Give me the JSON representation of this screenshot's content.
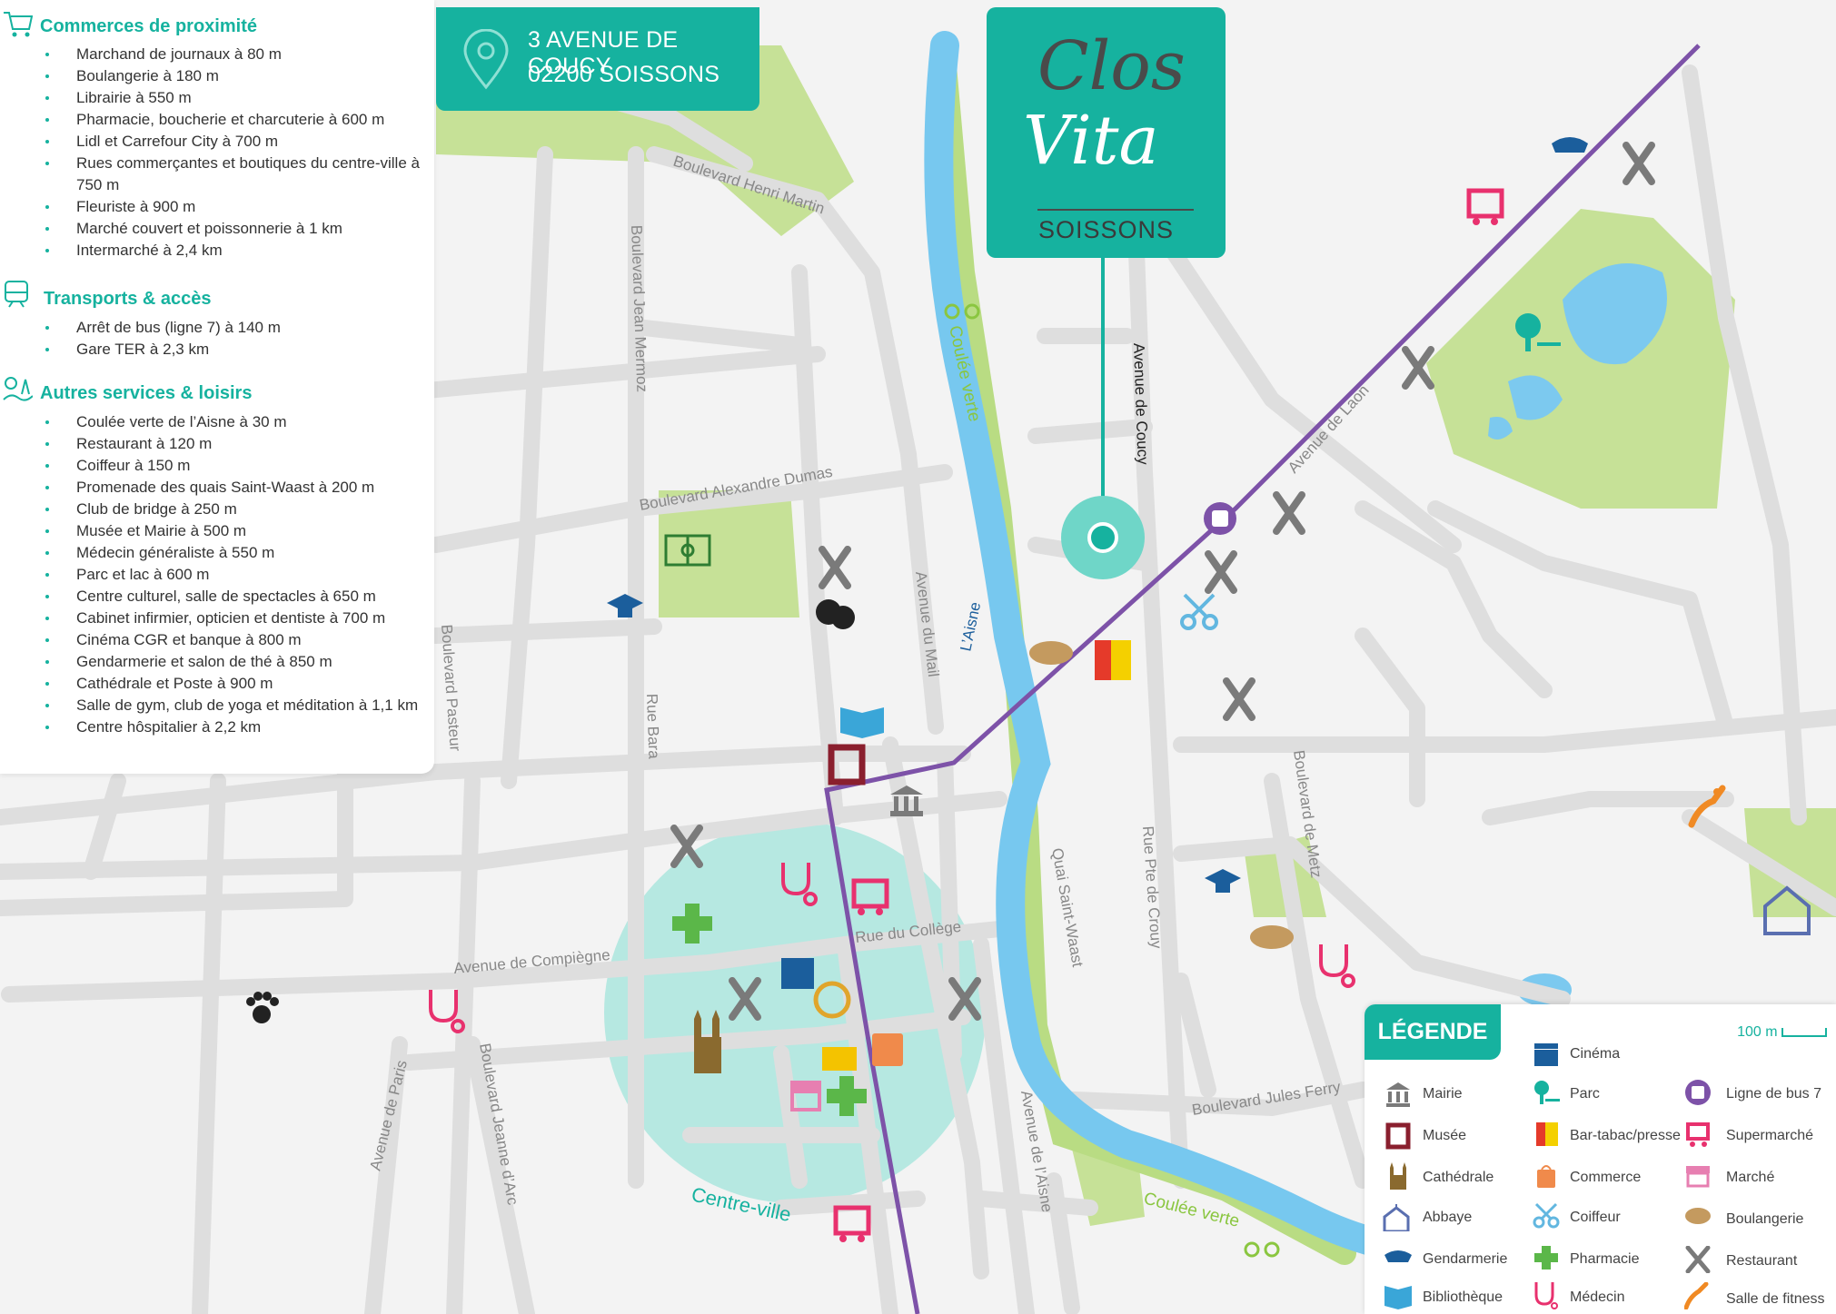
{
  "panel": {
    "sections": [
      {
        "title": "Commerces de proximité",
        "icon": "shopping-cart-icon",
        "items": [
          "Marchand de journaux à 80 m",
          "Boulangerie à 180 m",
          "Librairie à 550 m",
          "Pharmacie, boucherie et charcuterie à 600 m",
          "Lidl et Carrefour City à 700 m",
          "Rues commerçantes et boutiques du centre-ville à 750 m",
          "Fleuriste à 900 m",
          "Marché couvert et poissonnerie à 1 km",
          "Intermarché à 2,4 km"
        ]
      },
      {
        "title": "Transports & accès",
        "icon": "train-icon",
        "items": [
          "Arrêt de bus (ligne 7) à 140 m",
          "Gare TER à 2,3 km"
        ]
      },
      {
        "title": "Autres services & loisirs",
        "icon": "leisure-icon",
        "items": [
          "Coulée verte de l’Aisne à 30 m",
          "Restaurant à 120 m",
          "Coiffeur à 150 m",
          "Promenade des quais Saint-Waast à 200 m",
          "Club de bridge à 250 m",
          "Musée et Mairie à 500 m",
          "Médecin généraliste à 550 m",
          "Parc et lac à 600 m",
          "Centre culturel, salle de spectacles à 650 m",
          "Cabinet infirmier, opticien et dentiste à 700 m",
          "Cinéma CGR et banque à 800 m",
          "Gendarmerie et salon de thé à 850 m",
          "Cathédrale et Poste à 900 m",
          "Salle de gym, club de yoga et méditation à 1,1 km",
          "Centre hôspitalier à 2,2 km"
        ]
      }
    ]
  },
  "address": {
    "line1": "3 AVENUE DE COUCY",
    "line2": "02200 SOISSONS",
    "icon": "location-pin-icon"
  },
  "logo": {
    "word1": "Clos",
    "word2": "Vita",
    "city": "SOISSONS"
  },
  "map": {
    "streets": [
      "Boulevard Henri Martin",
      "Boulevard Jean Mermoz",
      "Boulevard Alexandre Dumas",
      "Avenue du Mail",
      "Rue Bara",
      "Boulevard Pasteur",
      "Avenue de Compiègne",
      "Rue du Collège",
      "Avenue de Paris",
      "Boulevard Jeanne d’Arc",
      "Avenue de l’Aisne",
      "Quai Saint-Waast",
      "Rue Pte de Crouy",
      "Avenue de Coucy",
      "Avenue de Laon",
      "Boulevard de Metz",
      "Boulevard Jules Ferry"
    ],
    "river": "L’Aisne",
    "greenway": "Coulée verte",
    "district": "Centre-ville",
    "colors": {
      "teal": "#16b29f",
      "river": "#77c8ef",
      "park": "#c3df8f",
      "road": "#dcdcdc",
      "bus": "#7d52a8",
      "pink": "#e8316e"
    }
  },
  "legend": {
    "title": "LÉGENDE",
    "scale": "100 m",
    "items": [
      {
        "label": "Cinéma",
        "icon": "cinema-icon",
        "color": "#1b5e9c"
      },
      {
        "label": "Mairie",
        "icon": "town-hall-icon",
        "color": "#7a7a7a"
      },
      {
        "label": "Parc",
        "icon": "park-icon",
        "color": "#16b29f"
      },
      {
        "label": "Ligne de bus 7",
        "icon": "bus-icon",
        "color": "#7d52a8"
      },
      {
        "label": "Musée",
        "icon": "museum-icon",
        "color": "#8a1f2e"
      },
      {
        "label": "Bar-tabac/presse",
        "icon": "tabac-icon",
        "color": "#e53a2a"
      },
      {
        "label": "Supermarché",
        "icon": "supermarket-icon",
        "color": "#e8316e"
      },
      {
        "label": "Cathédrale",
        "icon": "cathedral-icon",
        "color": "#8a6a2f"
      },
      {
        "label": "Commerce",
        "icon": "shop-bag-icon",
        "color": "#f08a4b"
      },
      {
        "label": "Marché",
        "icon": "market-icon",
        "color": "#e77fb1"
      },
      {
        "label": "Abbaye",
        "icon": "abbey-icon",
        "color": "#5a6fb0"
      },
      {
        "label": "Coiffeur",
        "icon": "scissors-icon",
        "color": "#62b7e0"
      },
      {
        "label": "Boulangerie",
        "icon": "bread-icon",
        "color": "#c49a5f"
      },
      {
        "label": "Gendarmerie",
        "icon": "police-icon",
        "color": "#1b5e9c"
      },
      {
        "label": "Pharmacie",
        "icon": "pharmacy-icon",
        "color": "#5bb749"
      },
      {
        "label": "Restaurant",
        "icon": "restaurant-icon",
        "color": "#7a7a7a"
      },
      {
        "label": "Bibliothèque",
        "icon": "library-icon",
        "color": "#3aa6d8"
      },
      {
        "label": "Médecin",
        "icon": "doctor-icon",
        "color": "#e8316e"
      },
      {
        "label": "Salle de fitness",
        "icon": "fitness-icon",
        "color": "#f08a24"
      }
    ]
  }
}
